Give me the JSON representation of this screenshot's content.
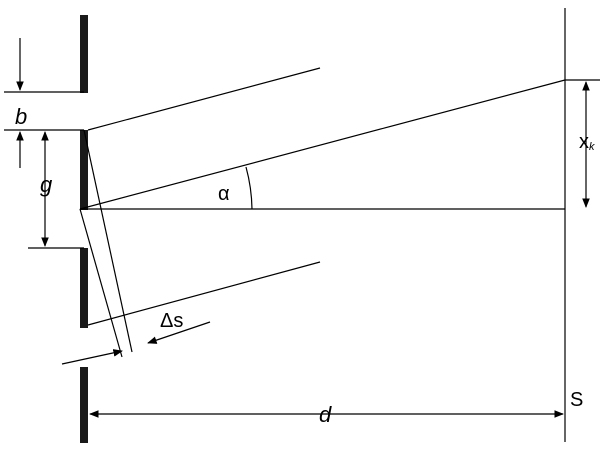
{
  "labels": {
    "slit_width": "b",
    "grating_constant": "g",
    "angle": "α",
    "path_difference": "Δs",
    "distance": "d",
    "screen": "S",
    "fringe_position": "x",
    "fringe_position_subscript": "k"
  },
  "colors": {
    "line": "#000000",
    "slit_bar": "#1a1a1a",
    "background": "#ffffff"
  }
}
